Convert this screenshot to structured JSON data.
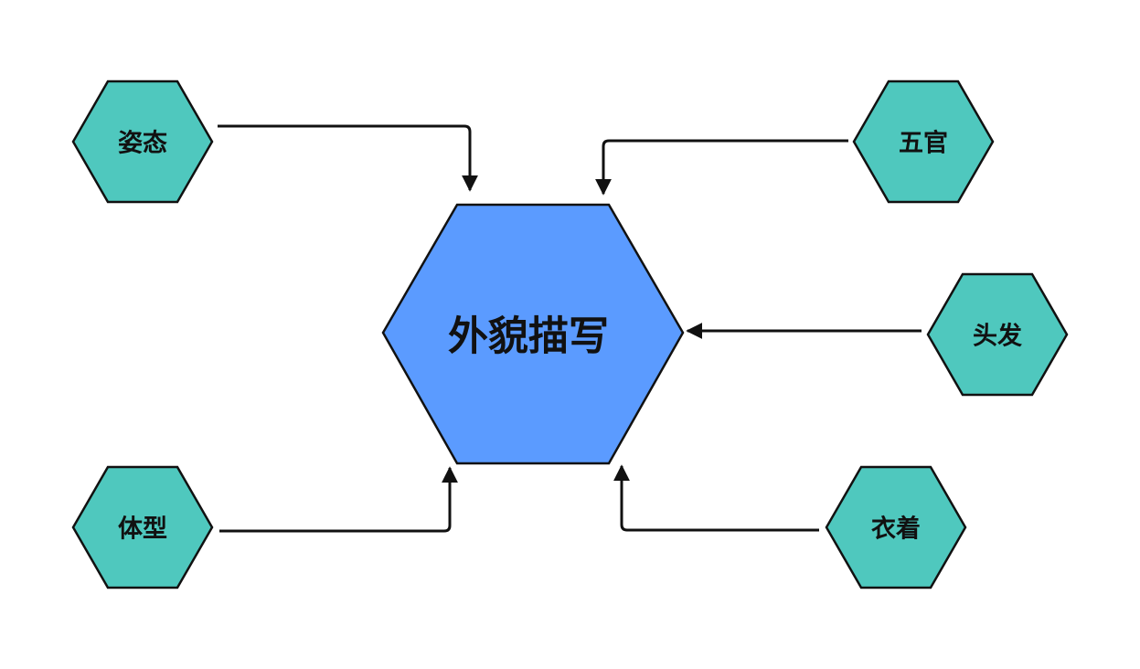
{
  "center": {
    "label": "外貌描写",
    "color": "#5b9bff"
  },
  "nodes": [
    {
      "id": "posture",
      "label": "姿态"
    },
    {
      "id": "features",
      "label": "五官"
    },
    {
      "id": "hair",
      "label": "头发"
    },
    {
      "id": "build",
      "label": "体型"
    },
    {
      "id": "clothing",
      "label": "衣着"
    }
  ],
  "node_color": "#4fc8be",
  "line_color": "#111111"
}
